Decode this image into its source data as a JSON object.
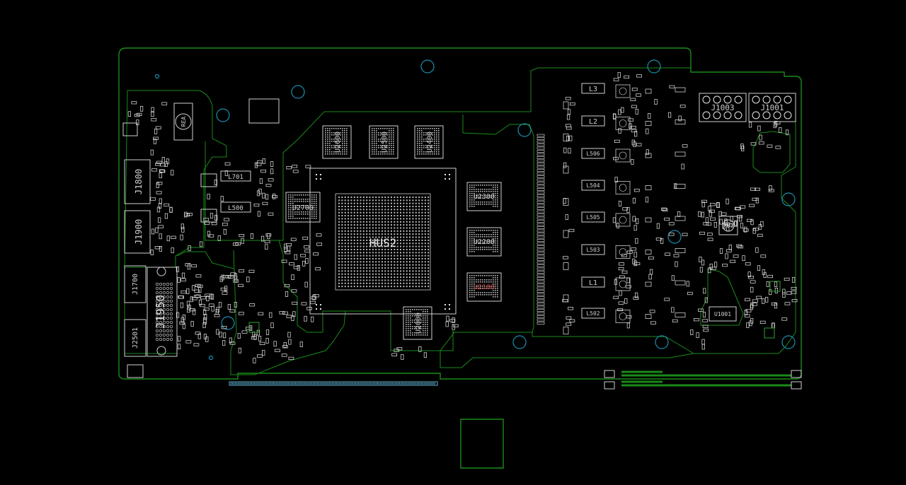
{
  "colors": {
    "background": "#000000",
    "outline": "#1a8a1a",
    "pad": "#e8e8e8",
    "silk": "#cfcfcf",
    "via": "#1c8fb0",
    "accent_red": "#c04040"
  },
  "labels": {
    "gpu": "HUS2",
    "j1800": "J1800",
    "j1900": "J1900",
    "j1700": "J1700",
    "j1950": "J1950",
    "j2501": "J2501",
    "u2600": "U2600",
    "u2500": "U2500",
    "u2400": "U2400",
    "u2700": "U2700",
    "u2300": "U2300",
    "u2200": "U2200",
    "u2100": "U2100",
    "u2000": "U2000",
    "l701": "L701",
    "l500": "L500",
    "l3": "L3",
    "l2": "L2",
    "l506": "L506",
    "l504": "L504",
    "l505": "L505",
    "l503": "L503",
    "l1": "L1",
    "l502": "L502",
    "j1003": "J1003",
    "j1001": "J1001",
    "pu1": "PU1",
    "u1001": "U1001",
    "rea": "REA"
  }
}
